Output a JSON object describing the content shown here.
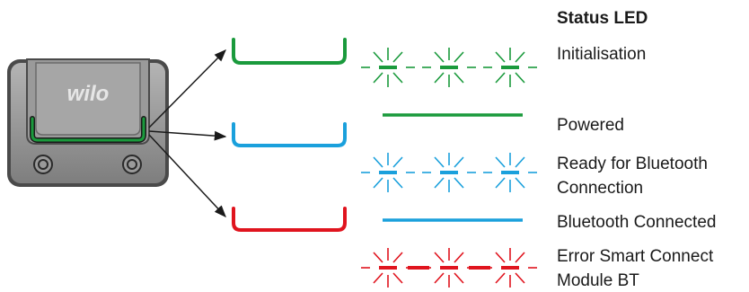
{
  "module": {
    "brand": "wilo"
  },
  "legend": {
    "heading": "Status LED",
    "states": [
      {
        "label": "Initialisation",
        "color": "#1a9a3c",
        "pattern": "flashing"
      },
      {
        "label": "Powered",
        "color": "#1a9a3c",
        "pattern": "steady"
      },
      {
        "label": "Ready for Bluetooth Connection",
        "line1": "Ready for Bluetooth",
        "line2": "Connection",
        "color": "#1aa0dc",
        "pattern": "flashing"
      },
      {
        "label": "Bluetooth Connected",
        "color": "#1aa0dc",
        "pattern": "steady"
      },
      {
        "label": "Error Smart Connect Module BT",
        "line1": "Error Smart Connect",
        "line2": "Module BT",
        "color": "#e0141e",
        "pattern": "flashing-alternating"
      }
    ]
  },
  "colors": {
    "green": "#1a9a3c",
    "blue": "#1aa0dc",
    "red": "#e0141e",
    "housing": "#8c8c8c",
    "housing_dark": "#5a5a5a"
  }
}
